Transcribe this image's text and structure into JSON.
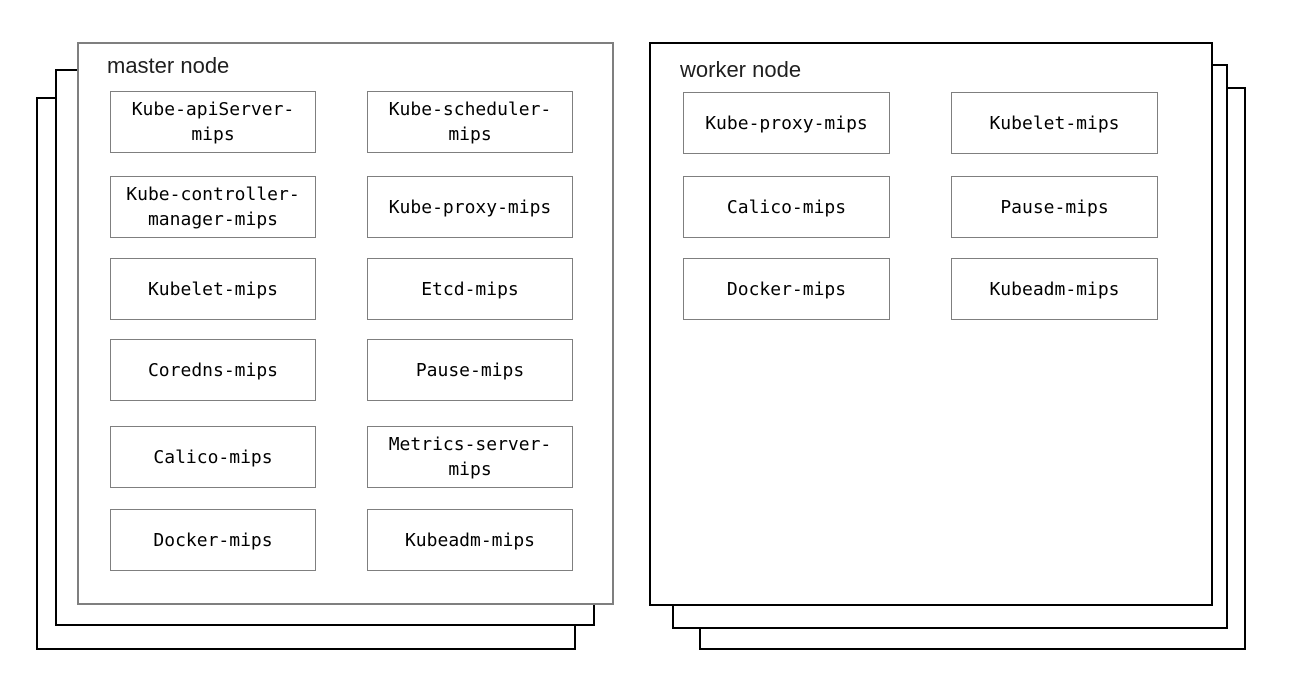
{
  "master": {
    "title": "master node",
    "components": [
      "Kube-apiServer-mips",
      "Kube-scheduler-mips",
      "Kube-controller-manager-mips",
      "Kube-proxy-mips",
      "Kubelet-mips",
      "Etcd-mips",
      "Coredns-mips",
      "Pause-mips",
      "Calico-mips",
      "Metrics-server-mips",
      "Docker-mips",
      "Kubeadm-mips"
    ]
  },
  "worker": {
    "title": "worker node",
    "components": [
      "Kube-proxy-mips",
      "Kubelet-mips",
      "Calico-mips",
      "Pause-mips",
      "Docker-mips",
      "Kubeadm-mips"
    ]
  },
  "colors": {
    "background": "#ffffff",
    "stack_layer_border": "#000000",
    "master_panel_border": "#7f7f7f",
    "worker_panel_border": "#000000",
    "component_box_border": "#7f7f7f",
    "text": "#000000"
  }
}
